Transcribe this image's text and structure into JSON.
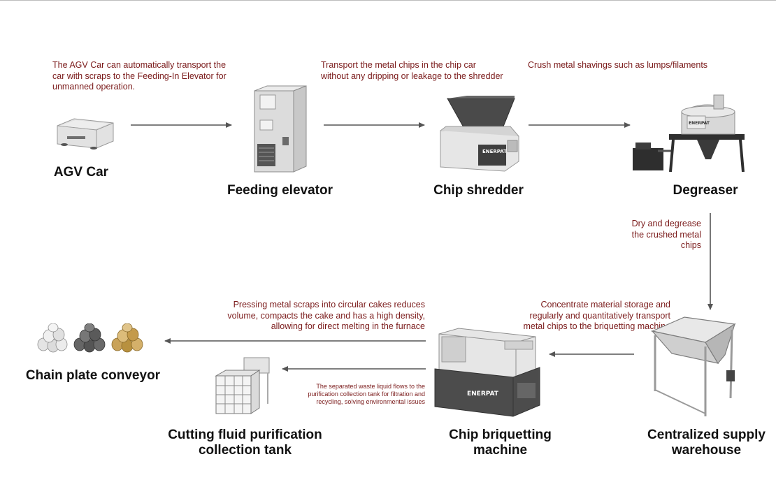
{
  "nodes": {
    "agv_car": "AGV Car",
    "feeding_elevator": "Feeding elevator",
    "chip_shredder": "Chip shredder",
    "degreaser": "Degreaser",
    "centralized_supply_line1": "Centralized supply",
    "centralized_supply_line2": "warehouse",
    "briquetting_line1": "Chip briquetting",
    "briquetting_line2": "machine",
    "purification_line1": "Cutting fluid purification",
    "purification_line2": "collection tank",
    "chain_plate_conveyor": "Chain plate conveyor"
  },
  "notes": {
    "agv": [
      "The AGV Car can automatically transport the",
      "car with scraps to the Feeding-In Elevator for",
      "unmanned operation."
    ],
    "elevator_to_shredder": [
      "Transport the metal chips in the chip car",
      "without any dripping or leakage to the shredder"
    ],
    "shredder_to_degreaser": [
      "Crush metal shavings such as lumps/filaments"
    ],
    "degreaser_down": [
      "Dry and degrease",
      "the crushed metal",
      "chips"
    ],
    "warehouse_to_briquetting": [
      "Concentrate material storage and",
      "regularly and quantitatively transport",
      "metal chips to the briquetting machine"
    ],
    "briquetting_to_conveyor": [
      "Pressing metal scraps into circular cakes reduces",
      "volume, compacts the cake and has a high density,",
      "allowing for direct melting in the furnace"
    ],
    "briquetting_to_tank": [
      "The separated waste liquid flows to the",
      "purification collection tank for filtration and",
      "recycling, solving environmental issues"
    ]
  },
  "brand": "ENERPAT",
  "colors": {
    "note_text": "#7a1a1a",
    "arrow": "#555555",
    "label": "#111111"
  }
}
